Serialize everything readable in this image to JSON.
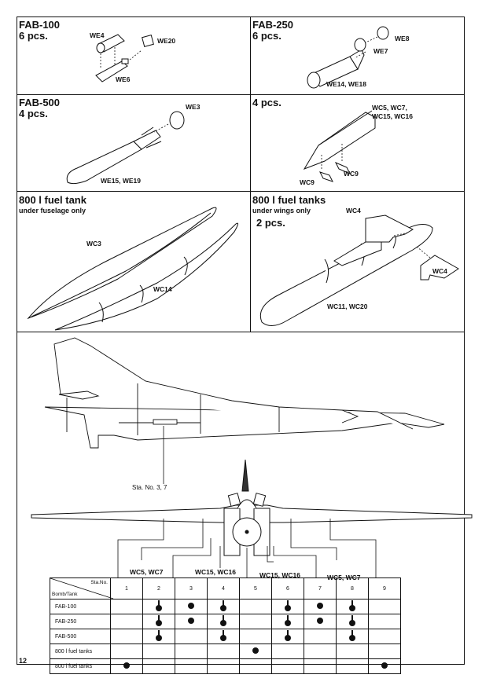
{
  "page_number": "12",
  "panels": {
    "fab100": {
      "title": "FAB-100",
      "qty": "6 pcs.",
      "labels": [
        "WE4",
        "WE20",
        "WE6"
      ]
    },
    "fab250": {
      "title": "FAB-250",
      "qty": "6 pcs.",
      "labels": [
        "WE8",
        "WE7",
        "WE14, WE18"
      ]
    },
    "fab500": {
      "title": "FAB-500",
      "qty": "4 pcs.",
      "labels": [
        "WE3",
        "WE15, WE19"
      ]
    },
    "pylon": {
      "qty": "4 pcs.",
      "labels": [
        "WC5, WC7,",
        "WC15, WC16",
        "WC9",
        "WC9"
      ]
    },
    "tank_fuselage": {
      "title": "800 l fuel tank",
      "subtitle": "under fuselage only",
      "labels": [
        "WC3",
        "WC14"
      ]
    },
    "tank_wings": {
      "title": "800 l fuel tanks",
      "subtitle": "under wings only",
      "qty": "2 pcs.",
      "labels": [
        "WC4",
        "WC4",
        "WC11, WC20"
      ]
    }
  },
  "aircraft": {
    "side_view_note": "Sta. No. 3, 7",
    "callouts": [
      "WC5, WC7",
      "WC15, WC16",
      "WC15, WC16",
      "WC5, WC7"
    ]
  },
  "table": {
    "header_station": "Sta.No.",
    "header_type": "Bomb/Tank",
    "stations": [
      "1",
      "2",
      "3",
      "4",
      "5",
      "6",
      "7",
      "8",
      "9"
    ],
    "rows": [
      {
        "name": "FAB-100",
        "marks": [
          "",
          "pylon",
          "dot",
          "pylon",
          "",
          "pylon",
          "dot",
          "pylon",
          ""
        ]
      },
      {
        "name": "FAB-250",
        "marks": [
          "",
          "pylon",
          "dot",
          "pylon",
          "",
          "pylon",
          "dot",
          "pylon",
          ""
        ]
      },
      {
        "name": "FAB-500",
        "marks": [
          "",
          "pylon",
          "",
          "pylon",
          "",
          "pylon",
          "",
          "pylon",
          ""
        ]
      },
      {
        "name": "800 l fuel tanks",
        "marks": [
          "",
          "",
          "",
          "",
          "dot",
          "",
          "",
          "",
          ""
        ]
      },
      {
        "name": "800 l fuel tanks",
        "marks": [
          "dot",
          "",
          "",
          "",
          "",
          "",
          "",
          "",
          "dot"
        ]
      }
    ]
  }
}
